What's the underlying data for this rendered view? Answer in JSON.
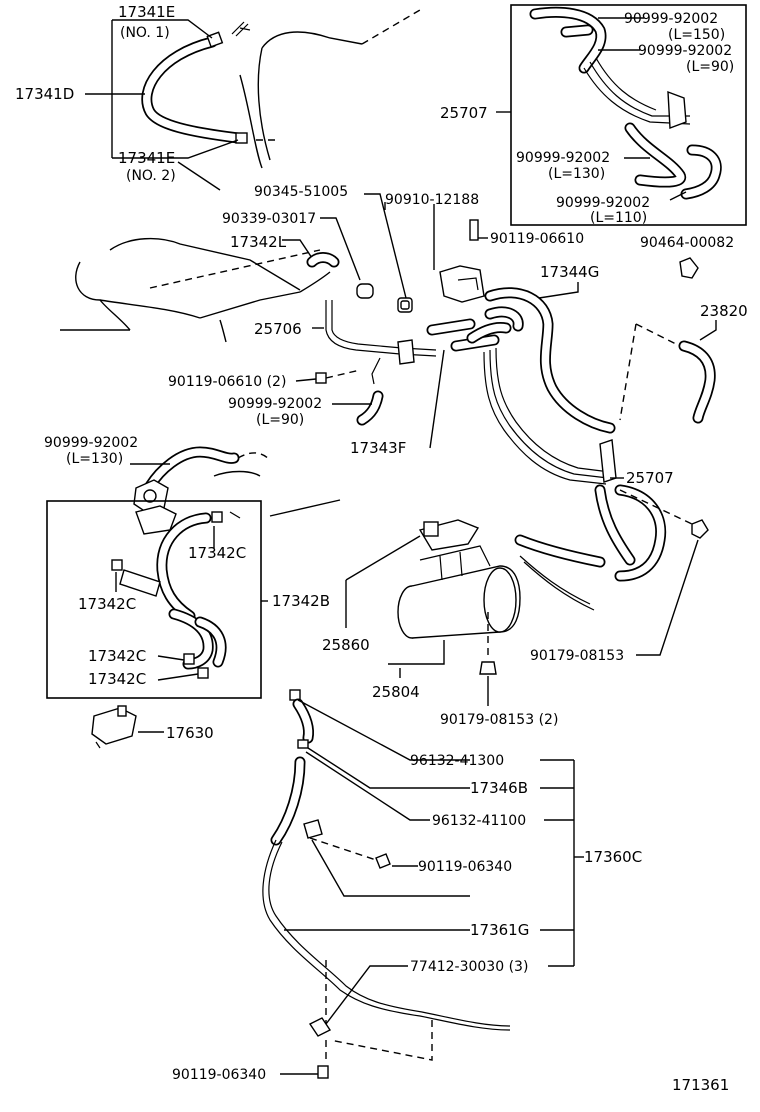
{
  "labels": {
    "p17341E_1": "17341E",
    "p17341E_1_note": "(NO. 1)",
    "p17341D": "17341D",
    "p17341E_2": "17341E",
    "p17341E_2_note": "(NO. 2)",
    "p25707_top": "25707",
    "p90999_a": "90999-92002",
    "p90999_a_note": "(L=150)",
    "p90999_b": "90999-92002",
    "p90999_b_note": "(L=90)",
    "p90999_c": "90999-92002",
    "p90999_c_note": "(L=130)",
    "p90999_d": "90999-92002",
    "p90999_d_note": "(L=110)",
    "p90345": "90345-51005",
    "p90910": "90910-12188",
    "p90339": "90339-03017",
    "p90119_06610": "90119-06610",
    "p17342L": "17342L",
    "p90464": "90464-00082",
    "p17344G": "17344G",
    "p23820": "23820",
    "p25706": "25706",
    "p90119_06610_2": "90119-06610 (2)",
    "p90999_e": "90999-92002",
    "p90999_e_note": "(L=90)",
    "p17343F": "17343F",
    "p90999_f": "90999-92002",
    "p90999_f_note": "(L=130)",
    "p25707_mid": "25707",
    "p17342C_a": "17342C",
    "p17342C_b": "17342C",
    "p17342B": "17342B",
    "p17342C_c": "17342C",
    "p17342C_d": "17342C",
    "p25860": "25860",
    "p90179_a": "90179-08153",
    "p25804": "25804",
    "p90179_b": "90179-08153 (2)",
    "p17630": "17630",
    "p96132_41300": "96132-41300",
    "p17346B": "17346B",
    "p96132_41100": "96132-41100",
    "p90119_06340_a": "90119-06340",
    "p17360C": "17360C",
    "p17361G": "17361G",
    "p77412": "77412-30030 (3)",
    "p90119_06340_b": "90119-06340",
    "fig_number": "171361"
  }
}
